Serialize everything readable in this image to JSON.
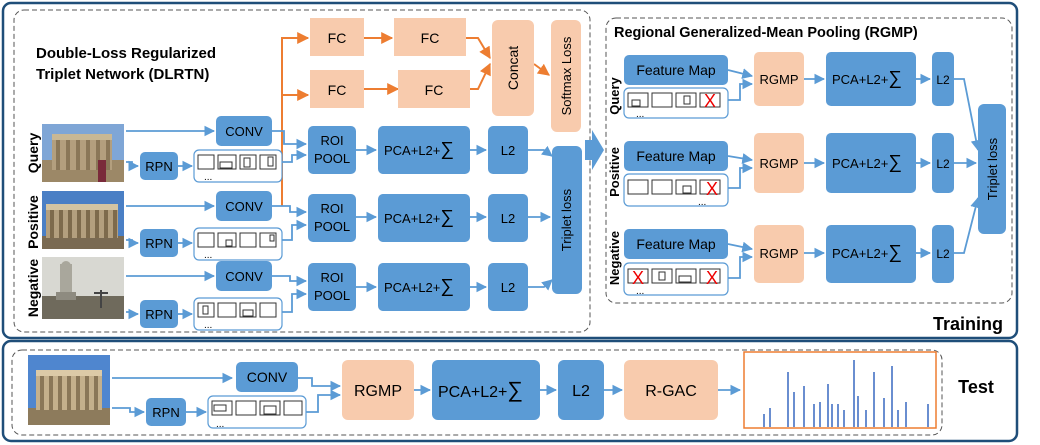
{
  "left_panel": {
    "title_line1": "Double-Loss Regularized",
    "title_line2": "Triplet Network (DLRTN)",
    "labels": {
      "query": "Query",
      "positive": "Positive",
      "negative": "Negative"
    },
    "fc": "FC",
    "concat": "Concat",
    "softmax_loss": "Softmax Loss",
    "conv": "CONV",
    "rpn": "RPN",
    "roi_pool_line1": "ROI",
    "roi_pool_line2": "POOL",
    "pca": "PCA+L2+",
    "sigma": "∑",
    "l2": "L2",
    "triplet_loss": "Triplet  loss",
    "ellipsis": "..."
  },
  "right_panel": {
    "title": "Regional  Generalized-Mean Pooling (RGMP)",
    "labels": {
      "query": "Query",
      "positive": "Positive",
      "negative": "Negative"
    },
    "feature_map": "Feature Map",
    "rgmp": "RGMP",
    "pca": "PCA+L2+",
    "sigma": "∑",
    "l2": "L2",
    "triplet_loss": "Triplet loss",
    "x_mark": "X",
    "ellipsis": "..."
  },
  "training_label": "Training",
  "test_panel": {
    "label": "Test",
    "conv": "CONV",
    "rpn": "RPN",
    "rgmp": "RGMP",
    "pca": "PCA+L2+",
    "sigma": "∑",
    "l2": "L2",
    "rgac": "R-GAC",
    "ellipsis": "..."
  },
  "colors": {
    "blue": "#5b9bd5",
    "orange": "#f8cbad",
    "border": "#2e75b6",
    "orange_arrow": "#ed7d31",
    "dark_panel": "#1f4e79"
  }
}
